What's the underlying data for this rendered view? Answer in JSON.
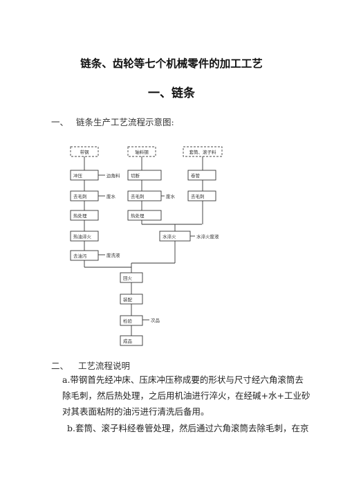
{
  "doc": {
    "title": "链条、齿轮等七个机械零件的加工工艺",
    "subtitle": "一、链条",
    "section1": {
      "num": "一、",
      "text": "链条生产工艺流程示意图:"
    },
    "section2": {
      "num": "二、",
      "text": "工艺流程说明"
    },
    "para_a": [
      "a.带钢首先经冲床、压床冲压称成要的形状与尺寸经六角滚筒去",
      "除毛刺，然后热处理，之后用机油进行淬火，在经碱+水+工业砂",
      "对其表面粘附的油污进行清洗后备用。"
    ],
    "para_b": [
      "b.套筒、滚子料经卷管处理，然后通过六角滚筒去除毛刺，在京"
    ]
  },
  "flow": {
    "src1": "带钢",
    "src2": "轴料钢",
    "src3": "套筒、滚子料",
    "c1": [
      "冲压",
      "去毛刺",
      "热处理",
      "热油淬火",
      "去油污"
    ],
    "c2": [
      "切断",
      "去毛刺",
      "热处理"
    ],
    "c3": [
      "卷管",
      "去毛刺"
    ],
    "merge": "水淬火",
    "bottom": [
      "回火",
      "装配",
      "检验",
      "成品"
    ],
    "side_c1_1": "边角料",
    "side_c1_2": "废水",
    "side_c2_2": "废水",
    "side_c1_5": "废洗液",
    "side_merge": "水淬火废液",
    "side_check": "次品"
  }
}
